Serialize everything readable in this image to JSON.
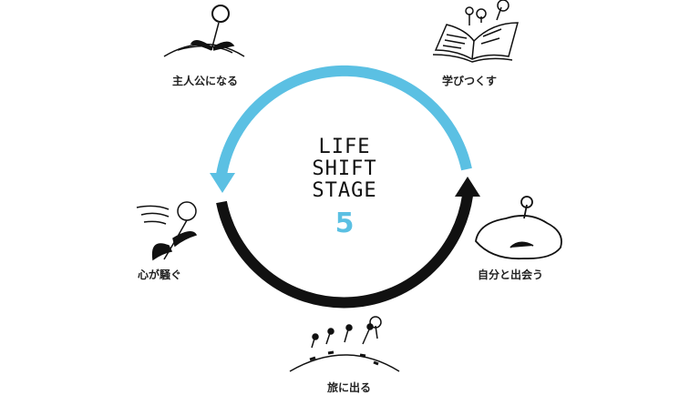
{
  "title_lines": [
    "LIFE",
    "SHIFT",
    "STAGE"
  ],
  "stage_number": "5",
  "colors": {
    "accent": "#5bc0e3",
    "dark": "#111111"
  },
  "stages": [
    {
      "label": "主人公になる",
      "icon": "dandelion-flower-icon"
    },
    {
      "label": "学びつくす",
      "icon": "open-book-icon"
    },
    {
      "label": "自分と出会う",
      "icon": "pond-icon"
    },
    {
      "label": "旅に出る",
      "icon": "flying-seeds-icon"
    },
    {
      "label": "心が騒ぐ",
      "icon": "windblown-dandelion-icon"
    }
  ]
}
